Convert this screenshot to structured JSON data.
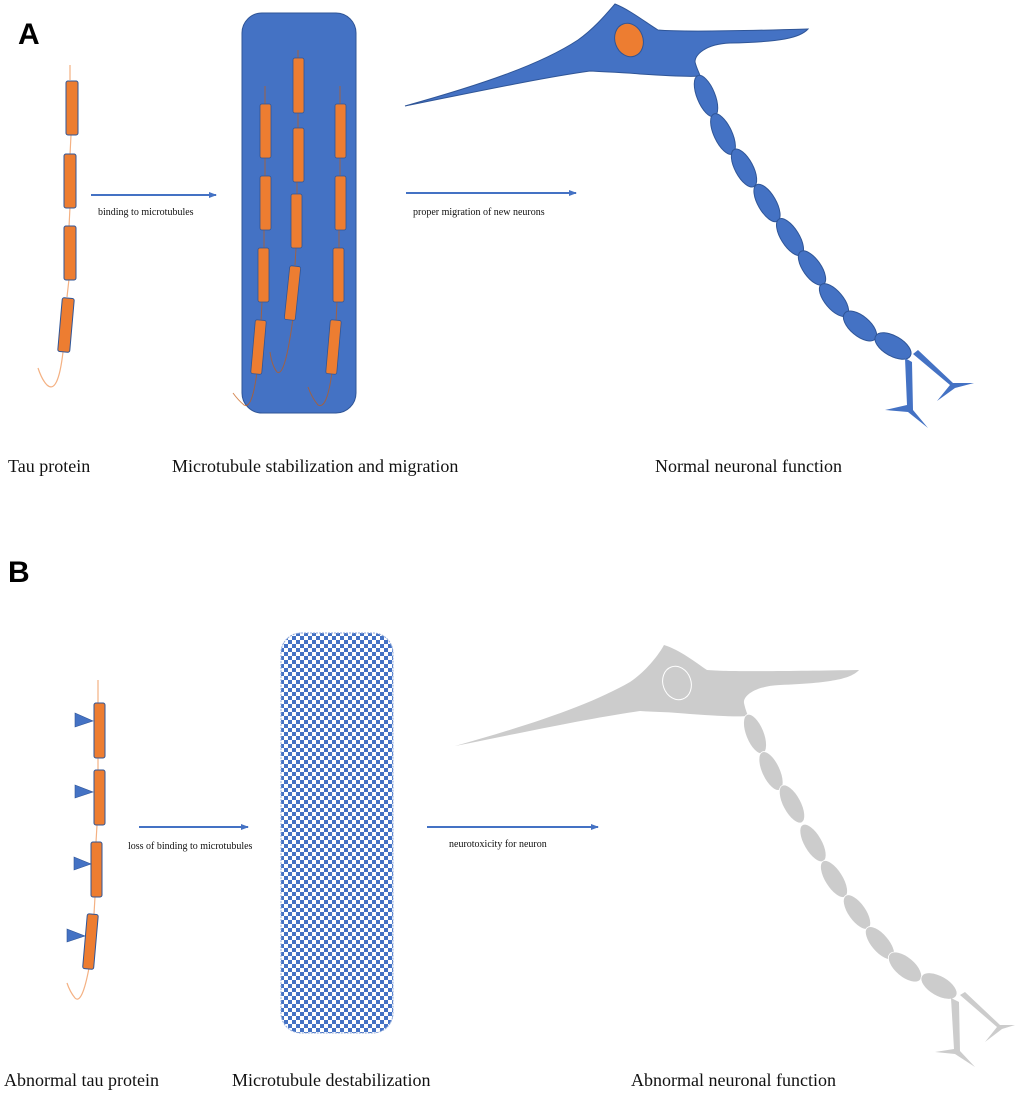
{
  "figure": {
    "colors": {
      "microtubule_blue": "#4472C4",
      "tau_orange": "#ED7D31",
      "tau_outline": "#2F5597",
      "faded_neuron_gray": "#CCCCCC",
      "text": "#111111"
    },
    "panel_a": {
      "letter": "A",
      "arrow_1_label": "binding to microtubules",
      "arrow_2_label": "proper migration of new neurons",
      "caption_tau": "Tau protein",
      "caption_microtubule": "Microtubule stabilization and migration",
      "caption_neuron": "Normal neuronal function",
      "tau_domain_count": 4,
      "microtubule_strand_count": 3
    },
    "panel_b": {
      "letter": "B",
      "arrow_1_label": "loss of binding to microtubules",
      "arrow_2_label": "neurotoxicity for neuron",
      "caption_tau": "Abnormal tau protein",
      "caption_microtubule": "Microtubule destabilization",
      "caption_neuron": "Abnormal neuronal function",
      "tau_domain_count": 4,
      "phosphorylation_marker_count": 4
    }
  }
}
